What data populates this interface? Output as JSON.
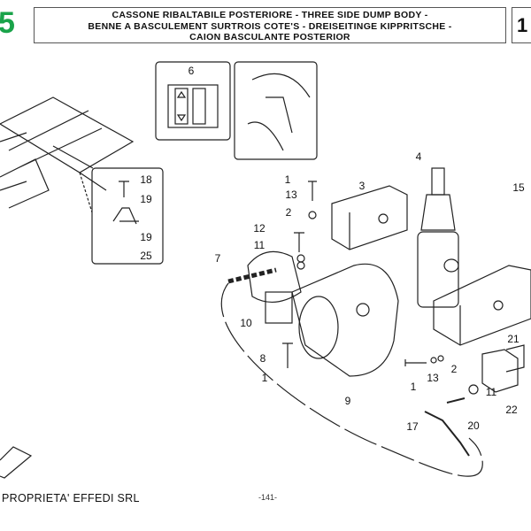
{
  "header": {
    "section_number": "5",
    "title_lines": [
      "CASSONE RIBALTABILE POSTERIORE  -  THREE  SIDE DUMP BODY -",
      "BENNE A BASCULEMENT  SURTROIS COTE'S - DREISEITINGE KIPPRITSCHE -",
      "CAION BASCULANTE POSTERIOR"
    ],
    "page_box": "1"
  },
  "callouts": [
    "6",
    "18",
    "19",
    "19",
    "25",
    "1",
    "13",
    "2",
    "3",
    "4",
    "15",
    "12",
    "11",
    "7",
    "10",
    "8",
    "1",
    "9",
    "1",
    "13",
    "2",
    "21",
    "22",
    "11",
    "20",
    "17"
  ],
  "footer": {
    "owner": "PROPRIETA' EFFEDI SRL",
    "page_number": "-141-"
  },
  "colors": {
    "section_accent": "#1aa34a"
  }
}
